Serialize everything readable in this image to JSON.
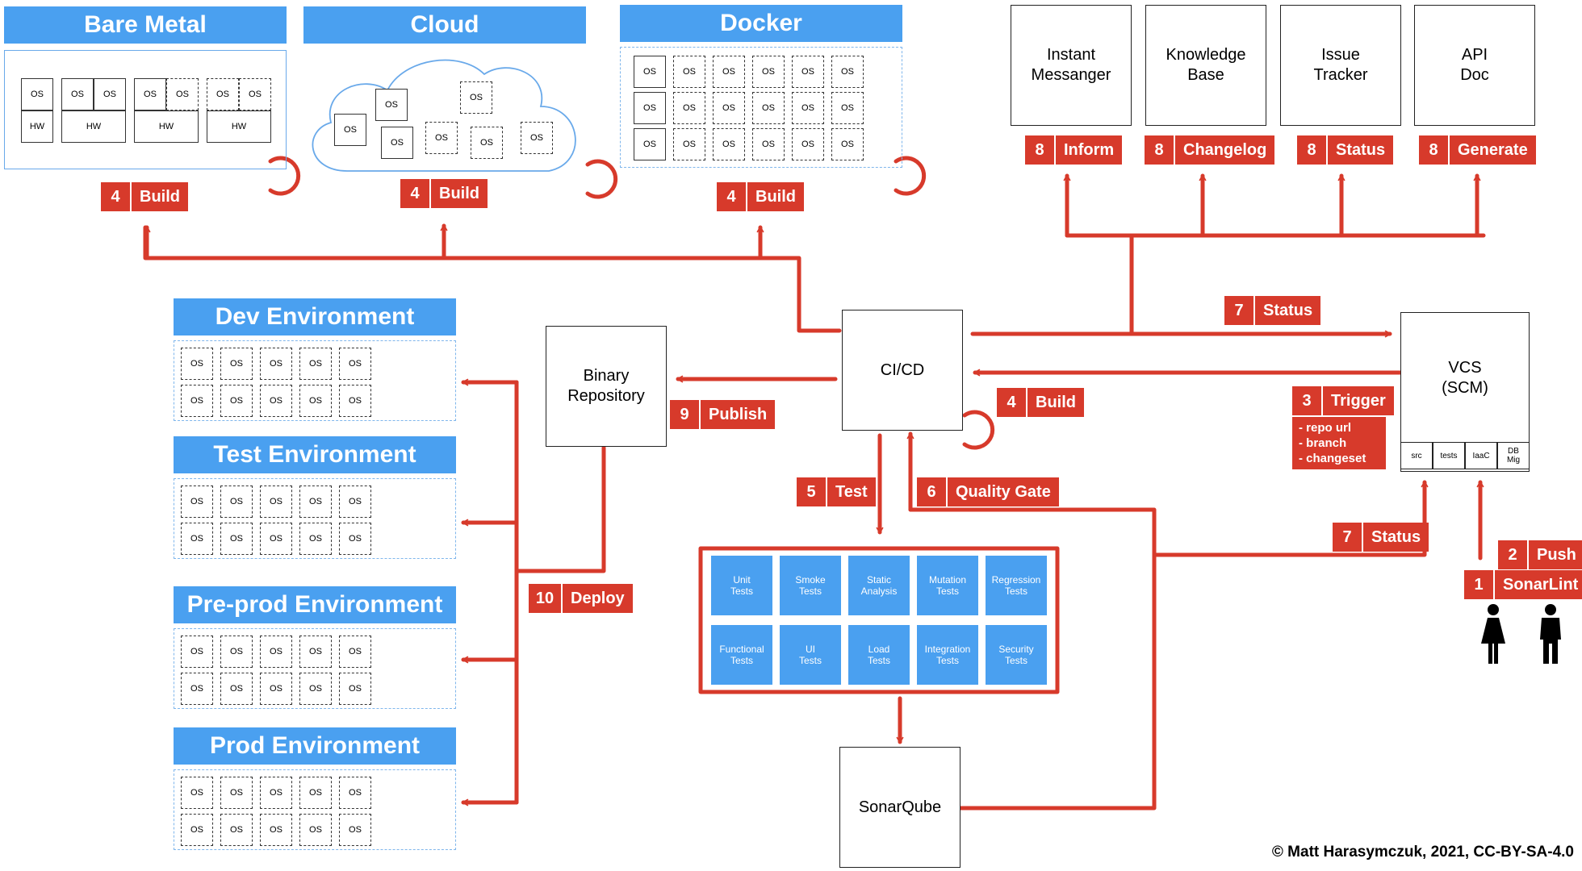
{
  "infra": {
    "bare_metal": {
      "title": "Bare Metal",
      "os": "OS",
      "hw": "HW"
    },
    "cloud": {
      "title": "Cloud",
      "os": "OS"
    },
    "docker": {
      "title": "Docker",
      "os": "OS"
    }
  },
  "environments": [
    {
      "title": "Dev Environment"
    },
    {
      "title": "Test Environment"
    },
    {
      "title": "Pre-prod Environment"
    },
    {
      "title": "Prod Environment"
    }
  ],
  "env_os_label": "OS",
  "tools": {
    "instant_messanger": "Instant\nMessanger",
    "knowledge_base": "Knowledge\nBase",
    "issue_tracker": "Issue\nTracker",
    "api_doc": "API\nDoc"
  },
  "nodes": {
    "binary_repository": "Binary\nRepository",
    "cicd": "CI/CD",
    "vcs": "VCS\n(SCM)",
    "sonarqube": "SonarQube"
  },
  "vcs_segments": [
    "src",
    "tests",
    "IaaC",
    "DB\nMig"
  ],
  "tests": [
    "Unit\nTests",
    "Smoke\nTests",
    "Static\nAnalysis",
    "Mutation\nTests",
    "Regression\nTests",
    "Functional\nTests",
    "UI\nTests",
    "Load\nTests",
    "Integration\nTests",
    "Security\nTests"
  ],
  "steps": {
    "build_bm": {
      "num": "4",
      "label": "Build"
    },
    "build_cloud": {
      "num": "4",
      "label": "Build"
    },
    "build_docker": {
      "num": "4",
      "label": "Build"
    },
    "build_cicd": {
      "num": "4",
      "label": "Build"
    },
    "inform": {
      "num": "8",
      "label": "Inform"
    },
    "changelog": {
      "num": "8",
      "label": "Changelog"
    },
    "status_issue": {
      "num": "8",
      "label": "Status"
    },
    "generate": {
      "num": "8",
      "label": "Generate"
    },
    "status_vcs": {
      "num": "7",
      "label": "Status"
    },
    "status_sonar": {
      "num": "7",
      "label": "Status"
    },
    "trigger": {
      "num": "3",
      "label": "Trigger"
    },
    "publish": {
      "num": "9",
      "label": "Publish"
    },
    "deploy": {
      "num": "10",
      "label": "Deploy"
    },
    "test": {
      "num": "5",
      "label": "Test"
    },
    "quality_gate": {
      "num": "6",
      "label": "Quality Gate"
    },
    "push": {
      "num": "2",
      "label": "Push"
    },
    "sonarlint": {
      "num": "1",
      "label": "SonarLint"
    }
  },
  "trigger_params": [
    "- repo url",
    "- branch",
    "- changeset"
  ],
  "credit": "© Matt Harasymczuk, 2021, CC-BY-SA-4.0",
  "colors": {
    "accent_red": "#d73a2b",
    "accent_blue": "#4aa0f0"
  }
}
